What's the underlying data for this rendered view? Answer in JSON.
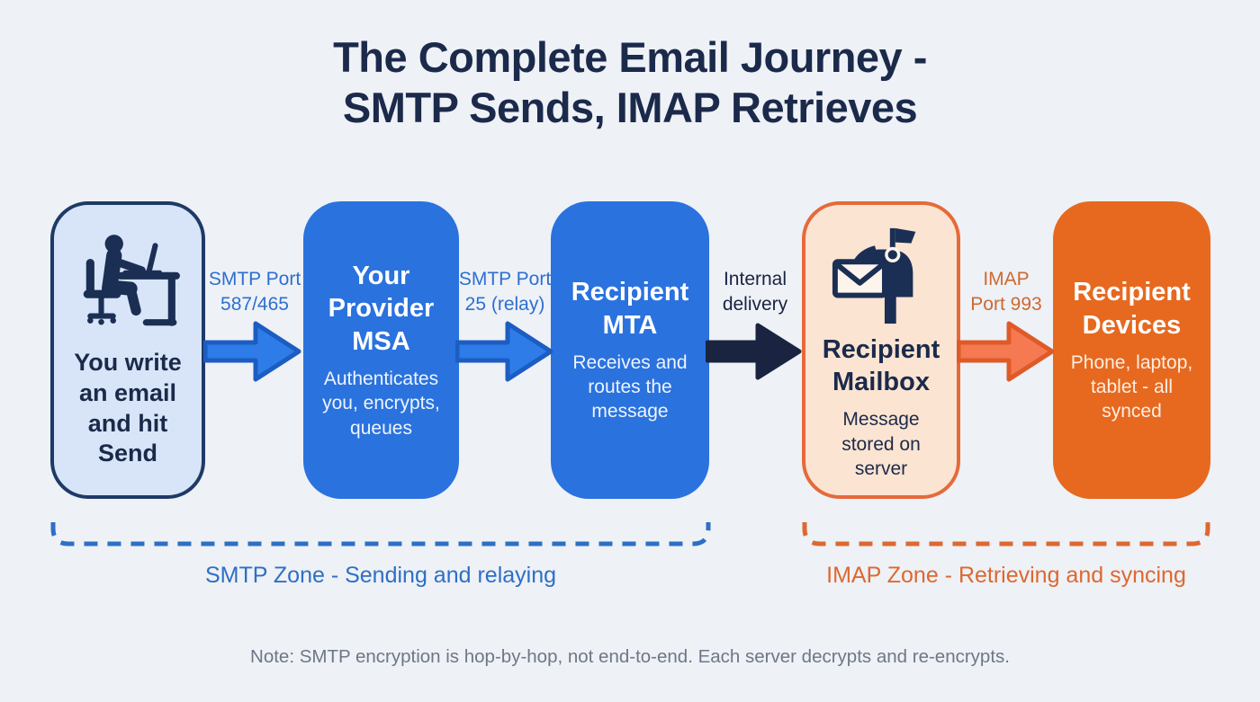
{
  "title": {
    "line1": "The Complete Email Journey -",
    "line2": "SMTP Sends, IMAP Retrieves"
  },
  "nodes": [
    {
      "title": "You write an email and hit Send",
      "icon": "person-at-desk-icon"
    },
    {
      "title": "Your Provider MSA",
      "subtitle": "Authenticates you, encrypts, queues"
    },
    {
      "title": "Recipient MTA",
      "subtitle": "Receives and routes the message"
    },
    {
      "title": "Recipient Mailbox",
      "subtitle": "Message stored on server",
      "icon": "mailbox-icon"
    },
    {
      "title": "Recipient Devices",
      "subtitle": "Phone, laptop, tablet - all synced"
    }
  ],
  "arrows": [
    {
      "lines": [
        "SMTP Port",
        "587/465"
      ],
      "color": "blue"
    },
    {
      "lines": [
        "SMTP Port",
        "25 (relay)"
      ],
      "color": "blue"
    },
    {
      "lines": [
        "Internal",
        "delivery"
      ],
      "color": "navy"
    },
    {
      "lines": [
        "IMAP",
        "Port 993"
      ],
      "color": "orange"
    }
  ],
  "zones": [
    {
      "label": "SMTP Zone - Sending and relaying",
      "color": "#2d6fc6"
    },
    {
      "label": "IMAP Zone - Retrieving and syncing",
      "color": "#dd6830"
    }
  ],
  "note": "Note: SMTP encryption is hop-by-hop, not end-to-end. Each server decrypts and re-encrypts.",
  "colors": {
    "bg": "#eef1f6",
    "navy": "#1b2a4a",
    "navy-border": "#1e3a66",
    "lightblue": "#d8e5f8",
    "blue": "#2a72de",
    "blue-arrow": "#2e7ce8",
    "blue-arrow-edge": "#1c5dc2",
    "label-blue": "#2d6fd0",
    "label-dark": "#1a2440",
    "peach": "#fbe4d2",
    "orange-border": "#e56a3a",
    "orange": "#e6691f",
    "orange-arrow": "#f57a52",
    "orange-arrow-edge": "#de5a28",
    "label-orange": "#cc6a30",
    "zone-blue": "#2d6fc6",
    "zone-orange": "#dd6830",
    "note": "#6e7787"
  }
}
